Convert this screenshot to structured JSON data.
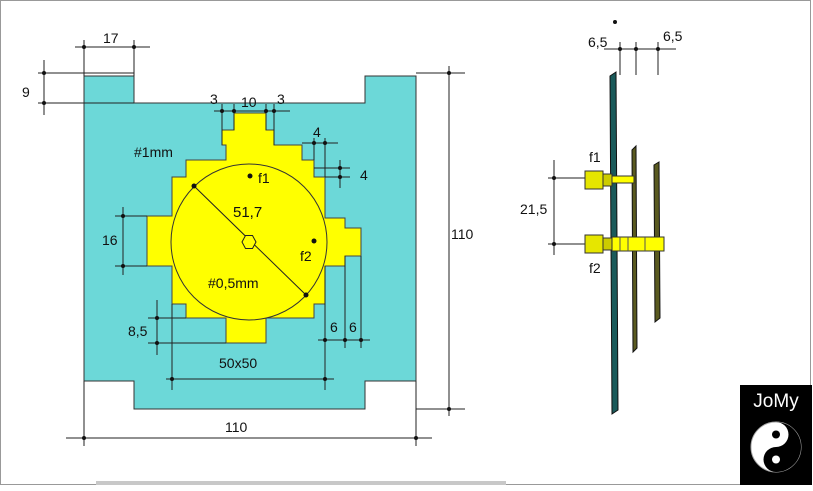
{
  "drawing": {
    "front_view": {
      "dim_notch_width": "17",
      "dim_notch_height": "9",
      "dim_tab_side": "3",
      "dim_tab_center": "10",
      "dim_tab_side_right": "3",
      "dim_step_horizontal": "4",
      "dim_step_vertical": "4",
      "plate_thickness_label": "#1mm",
      "focus1_label": "f1",
      "focus2_label": "f2",
      "circle_diameter": "51,7",
      "dim_left_tab": "16",
      "element_thickness_label": "#0,5mm",
      "dim_bottom_offset": "8,5",
      "dim_right_tab_a": "6",
      "dim_right_tab_b": "6",
      "dim_square": "50x50",
      "dim_plate_height": "110",
      "dim_plate_width": "110"
    },
    "side_view": {
      "dim_left": "6,5",
      "dim_right": "6,5",
      "focus1_label": "f1",
      "focus2_label": "f2",
      "dim_focus_spacing": "21,5"
    }
  },
  "colors": {
    "plate": "#6cd8d8",
    "element": "#ffff00",
    "outline": "#222222",
    "logo_background": "#000000"
  },
  "logo": {
    "title": "JoMy",
    "icon": "yin-yang-icon"
  }
}
